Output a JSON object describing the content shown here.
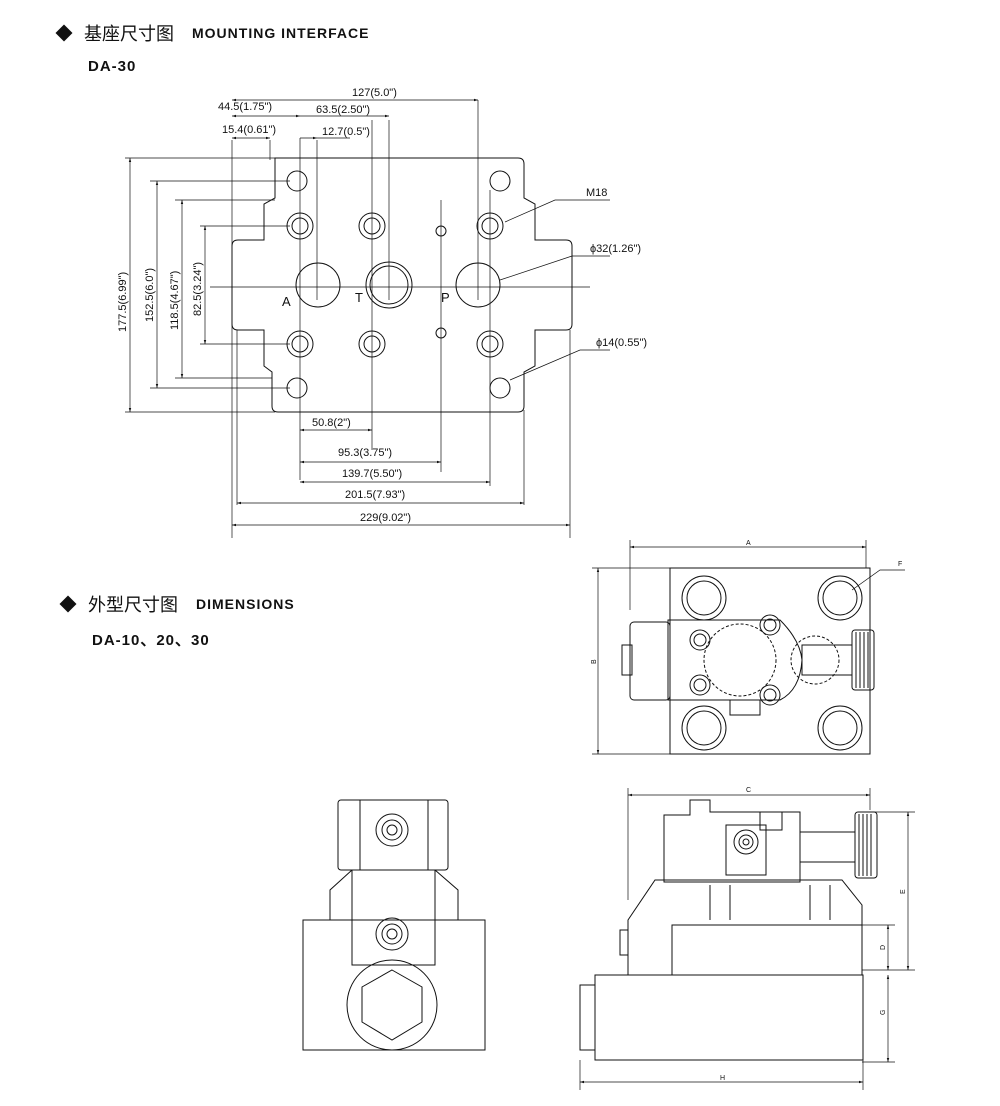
{
  "section1": {
    "title_cn": "基座尺寸图",
    "title_en": "MOUNTING INTERFACE",
    "model": "DA-30"
  },
  "section2": {
    "title_cn": "外型尺寸图",
    "title_en": "DIMENSIONS",
    "model": "DA-10、20、30"
  },
  "mounting": {
    "dim_127": "127(5.0\")",
    "dim_44_5": "44.5(1.75\")",
    "dim_63_5": "63.5(2.50\")",
    "dim_15_4": "15.4(0.61\")",
    "dim_12_7": "12.7(0.5\")",
    "dim_177_5": "177.5(6.99\")",
    "dim_152_5": "152.5(6.0\")",
    "dim_118_5": "118.5(4.67\")",
    "dim_82_5": "82.5(3.24\")",
    "dim_50_8": "50.8(2\")",
    "dim_95_3": "95.3(3.75\")",
    "dim_139_7": "139.7(5.50\")",
    "dim_201_5": "201.5(7.93\")",
    "dim_229": "229(9.02\")",
    "thread": "M18",
    "port_dia": "ϕ32(1.26\")",
    "hole_dia": "ϕ14(0.55\")",
    "port_a": "A",
    "port_t": "T",
    "port_p": "P"
  },
  "dimensions": {
    "a": "A",
    "b": "B",
    "c": "C",
    "d": "D",
    "e": "E",
    "f": "F",
    "g": "G",
    "h": "H"
  }
}
